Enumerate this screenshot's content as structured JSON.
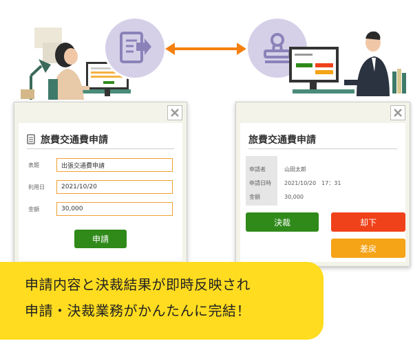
{
  "applicant_form": {
    "title": "旅費交通費申請",
    "fields": [
      {
        "label": "表題",
        "value": "出張交通費申請"
      },
      {
        "label": "利用日",
        "value": "2021/10/20"
      },
      {
        "label": "金額",
        "value": "30,000"
      }
    ],
    "submit_label": "申請"
  },
  "approver_view": {
    "title": "旅費交通費申請",
    "info": [
      {
        "label": "申請者",
        "value": "山田太郎"
      },
      {
        "label": "申請日時",
        "value": "2021/10/20　17：31"
      },
      {
        "label": "金額",
        "value": "30,000"
      }
    ],
    "approve_label": "決裁",
    "reject_label": "却下",
    "return_label": "差戻"
  },
  "caption": {
    "line1": "申請内容と決裁結果が即時反映され",
    "line2": "申請・決裁業務がかんたんに完結！"
  },
  "colors": {
    "accent_orange": "#f5800f",
    "green": "#2f8a1a",
    "red": "#f0421a",
    "yellow": "#ffdc1f",
    "circle": "#d5d0e8"
  },
  "icons": [
    "document-send-icon",
    "stamp-icon",
    "close-icon",
    "document-icon",
    "double-arrow-icon"
  ]
}
